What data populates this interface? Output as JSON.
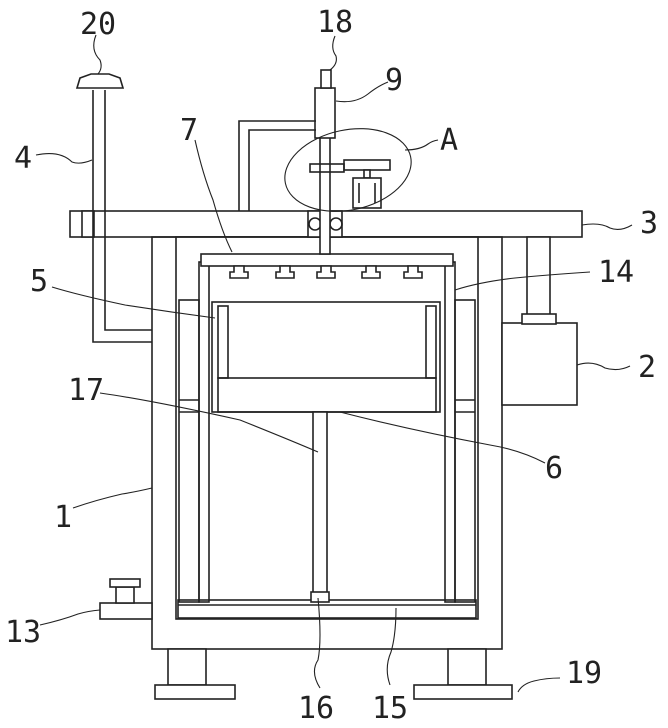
{
  "labels": {
    "l1": "1",
    "l2": "2",
    "l3": "3",
    "l4": "4",
    "l5": "5",
    "l6": "6",
    "l7": "7",
    "l9": "9",
    "l13": "13",
    "l14": "14",
    "l15": "15",
    "l16": "16",
    "l17": "17",
    "l18": "18",
    "l19": "19",
    "l20": "20",
    "lA": "A"
  }
}
